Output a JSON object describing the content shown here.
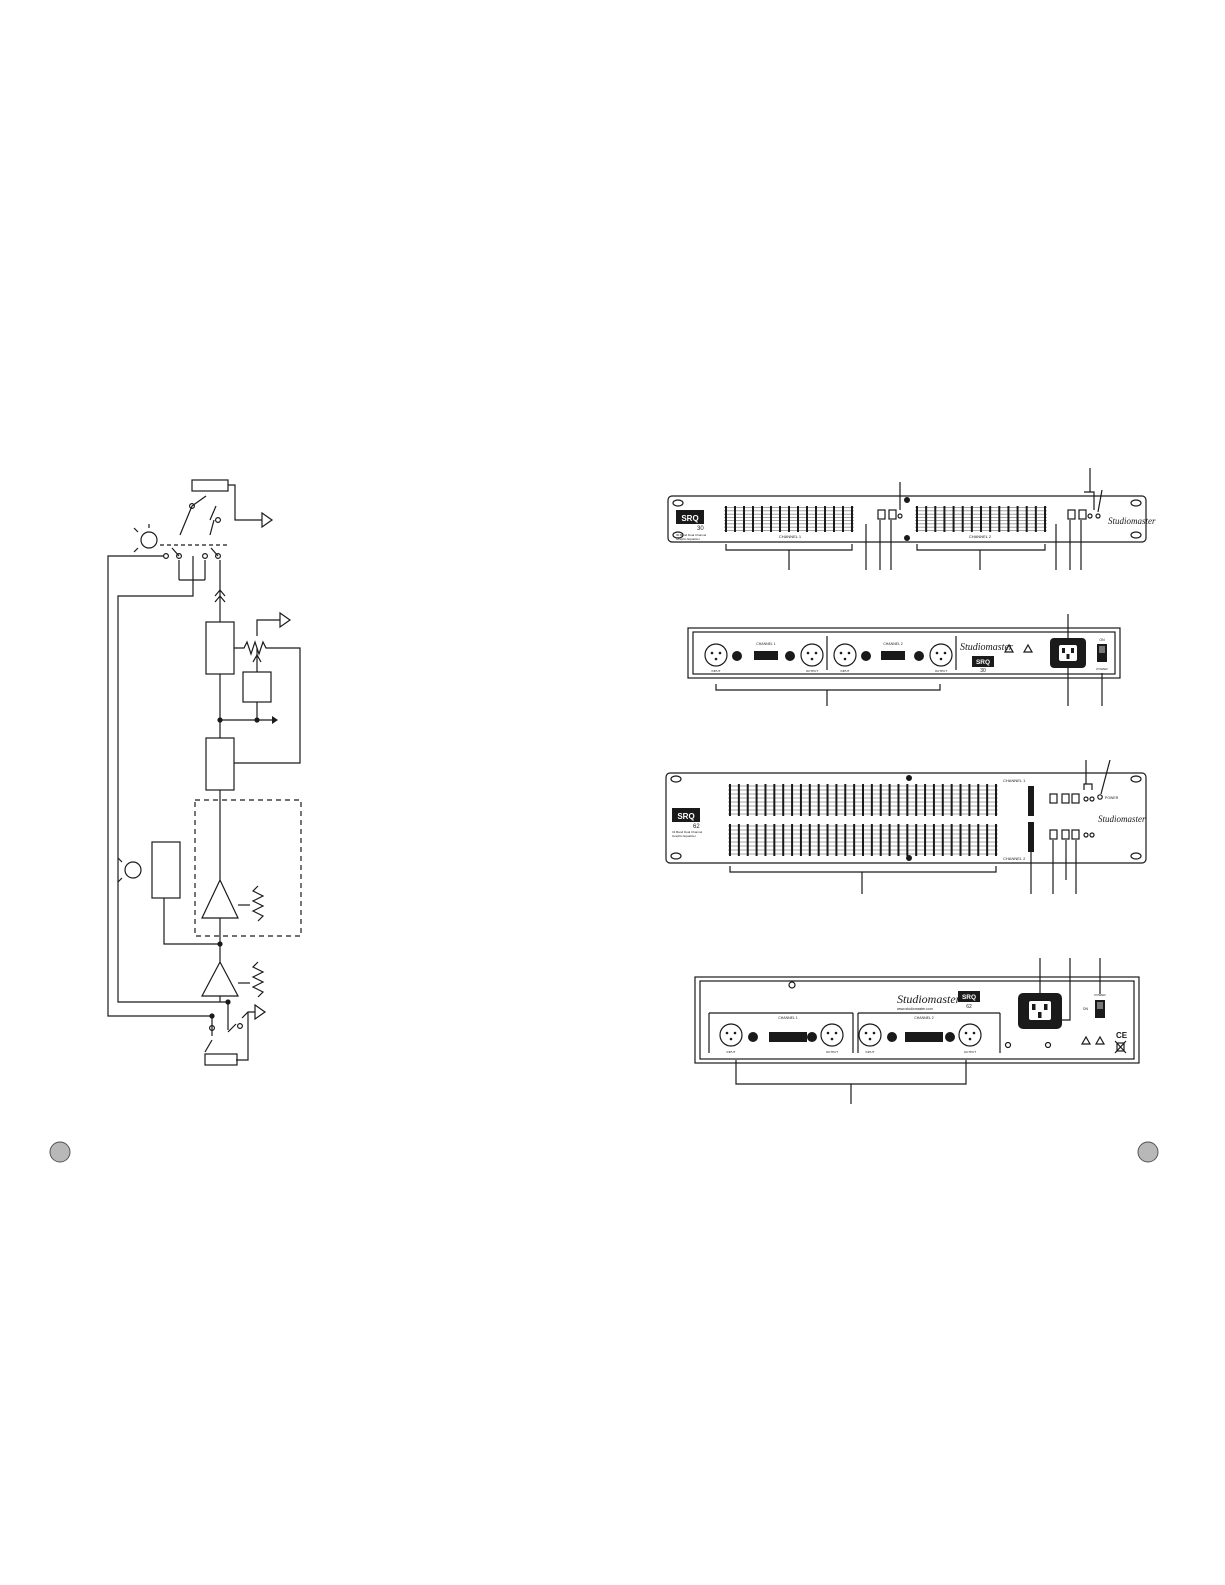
{
  "page": {
    "brand": "Studiomaster",
    "website": "www.studiomaster.com"
  },
  "srq30_front": {
    "model": "SRQ",
    "model_number": "30",
    "subtitle_line1": "30 Band Dual Channel",
    "subtitle_line2": "Graphic Equalizer",
    "channel1_label": "CHANNEL 1",
    "channel2_label": "CHANNEL 2"
  },
  "srq30_rear": {
    "model": "SRQ",
    "model_number": "30",
    "channel1_label": "CHANNEL 1",
    "channel2_label": "CHANNEL 2",
    "input_label": "INPUT",
    "output_label": "OUTPUT",
    "power_label": "POWER",
    "on_label": "ON"
  },
  "srq62_front": {
    "model": "SRQ",
    "model_number": "62",
    "subtitle_line1": "31 Band Dual Channel",
    "subtitle_line2": "Graphic Equalizer",
    "channel1_label": "CHANNEL 1",
    "channel2_label": "CHANNEL 2",
    "power_label": "POWER"
  },
  "srq62_rear": {
    "model": "SRQ",
    "model_number": "62",
    "channel1_label": "CHANNEL 1",
    "channel2_label": "CHANNEL 2",
    "input_label": "INPUT",
    "output_label": "OUTPUT",
    "power_label": "POWER",
    "on_label": "ON",
    "ce_mark": "CE"
  }
}
